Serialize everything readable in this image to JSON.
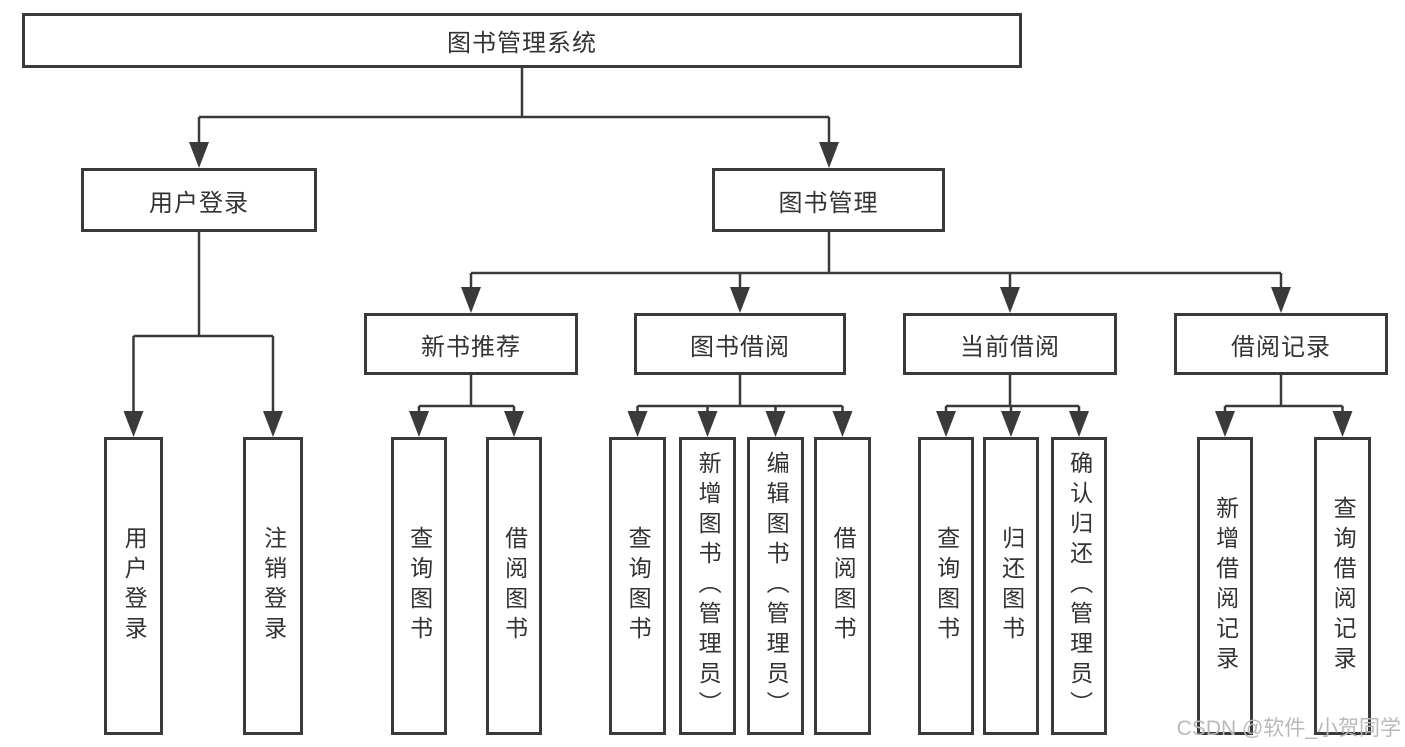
{
  "diagram": {
    "root": {
      "label": "图书管理系统"
    },
    "level2": {
      "user_login": {
        "label": "用户登录"
      },
      "book_mgmt": {
        "label": "图书管理"
      }
    },
    "level3": {
      "new_book_rec": {
        "label": "新书推荐"
      },
      "book_borrow": {
        "label": "图书借阅"
      },
      "current_borrow": {
        "label": "当前借阅"
      },
      "borrow_record": {
        "label": "借阅记录"
      }
    },
    "leaves": {
      "user_login": [
        "用户登录",
        "注销登录"
      ],
      "new_book_rec": [
        "查询图书",
        "借阅图书"
      ],
      "book_borrow": [
        "查询图书",
        "新增图书（管理员）",
        "编辑图书（管理员）",
        "借阅图书"
      ],
      "current_borrow": [
        "查询图书",
        "归还图书",
        "确认归还（管理员）"
      ],
      "borrow_record": [
        "新增借阅记录",
        "查询借阅记录"
      ]
    },
    "watermark": "CSDN @软件_小贺同学",
    "colors": {
      "line": "#3a3a3a",
      "text": "#333333",
      "watermark": "#b9b9b9",
      "background": "#ffffff"
    }
  }
}
